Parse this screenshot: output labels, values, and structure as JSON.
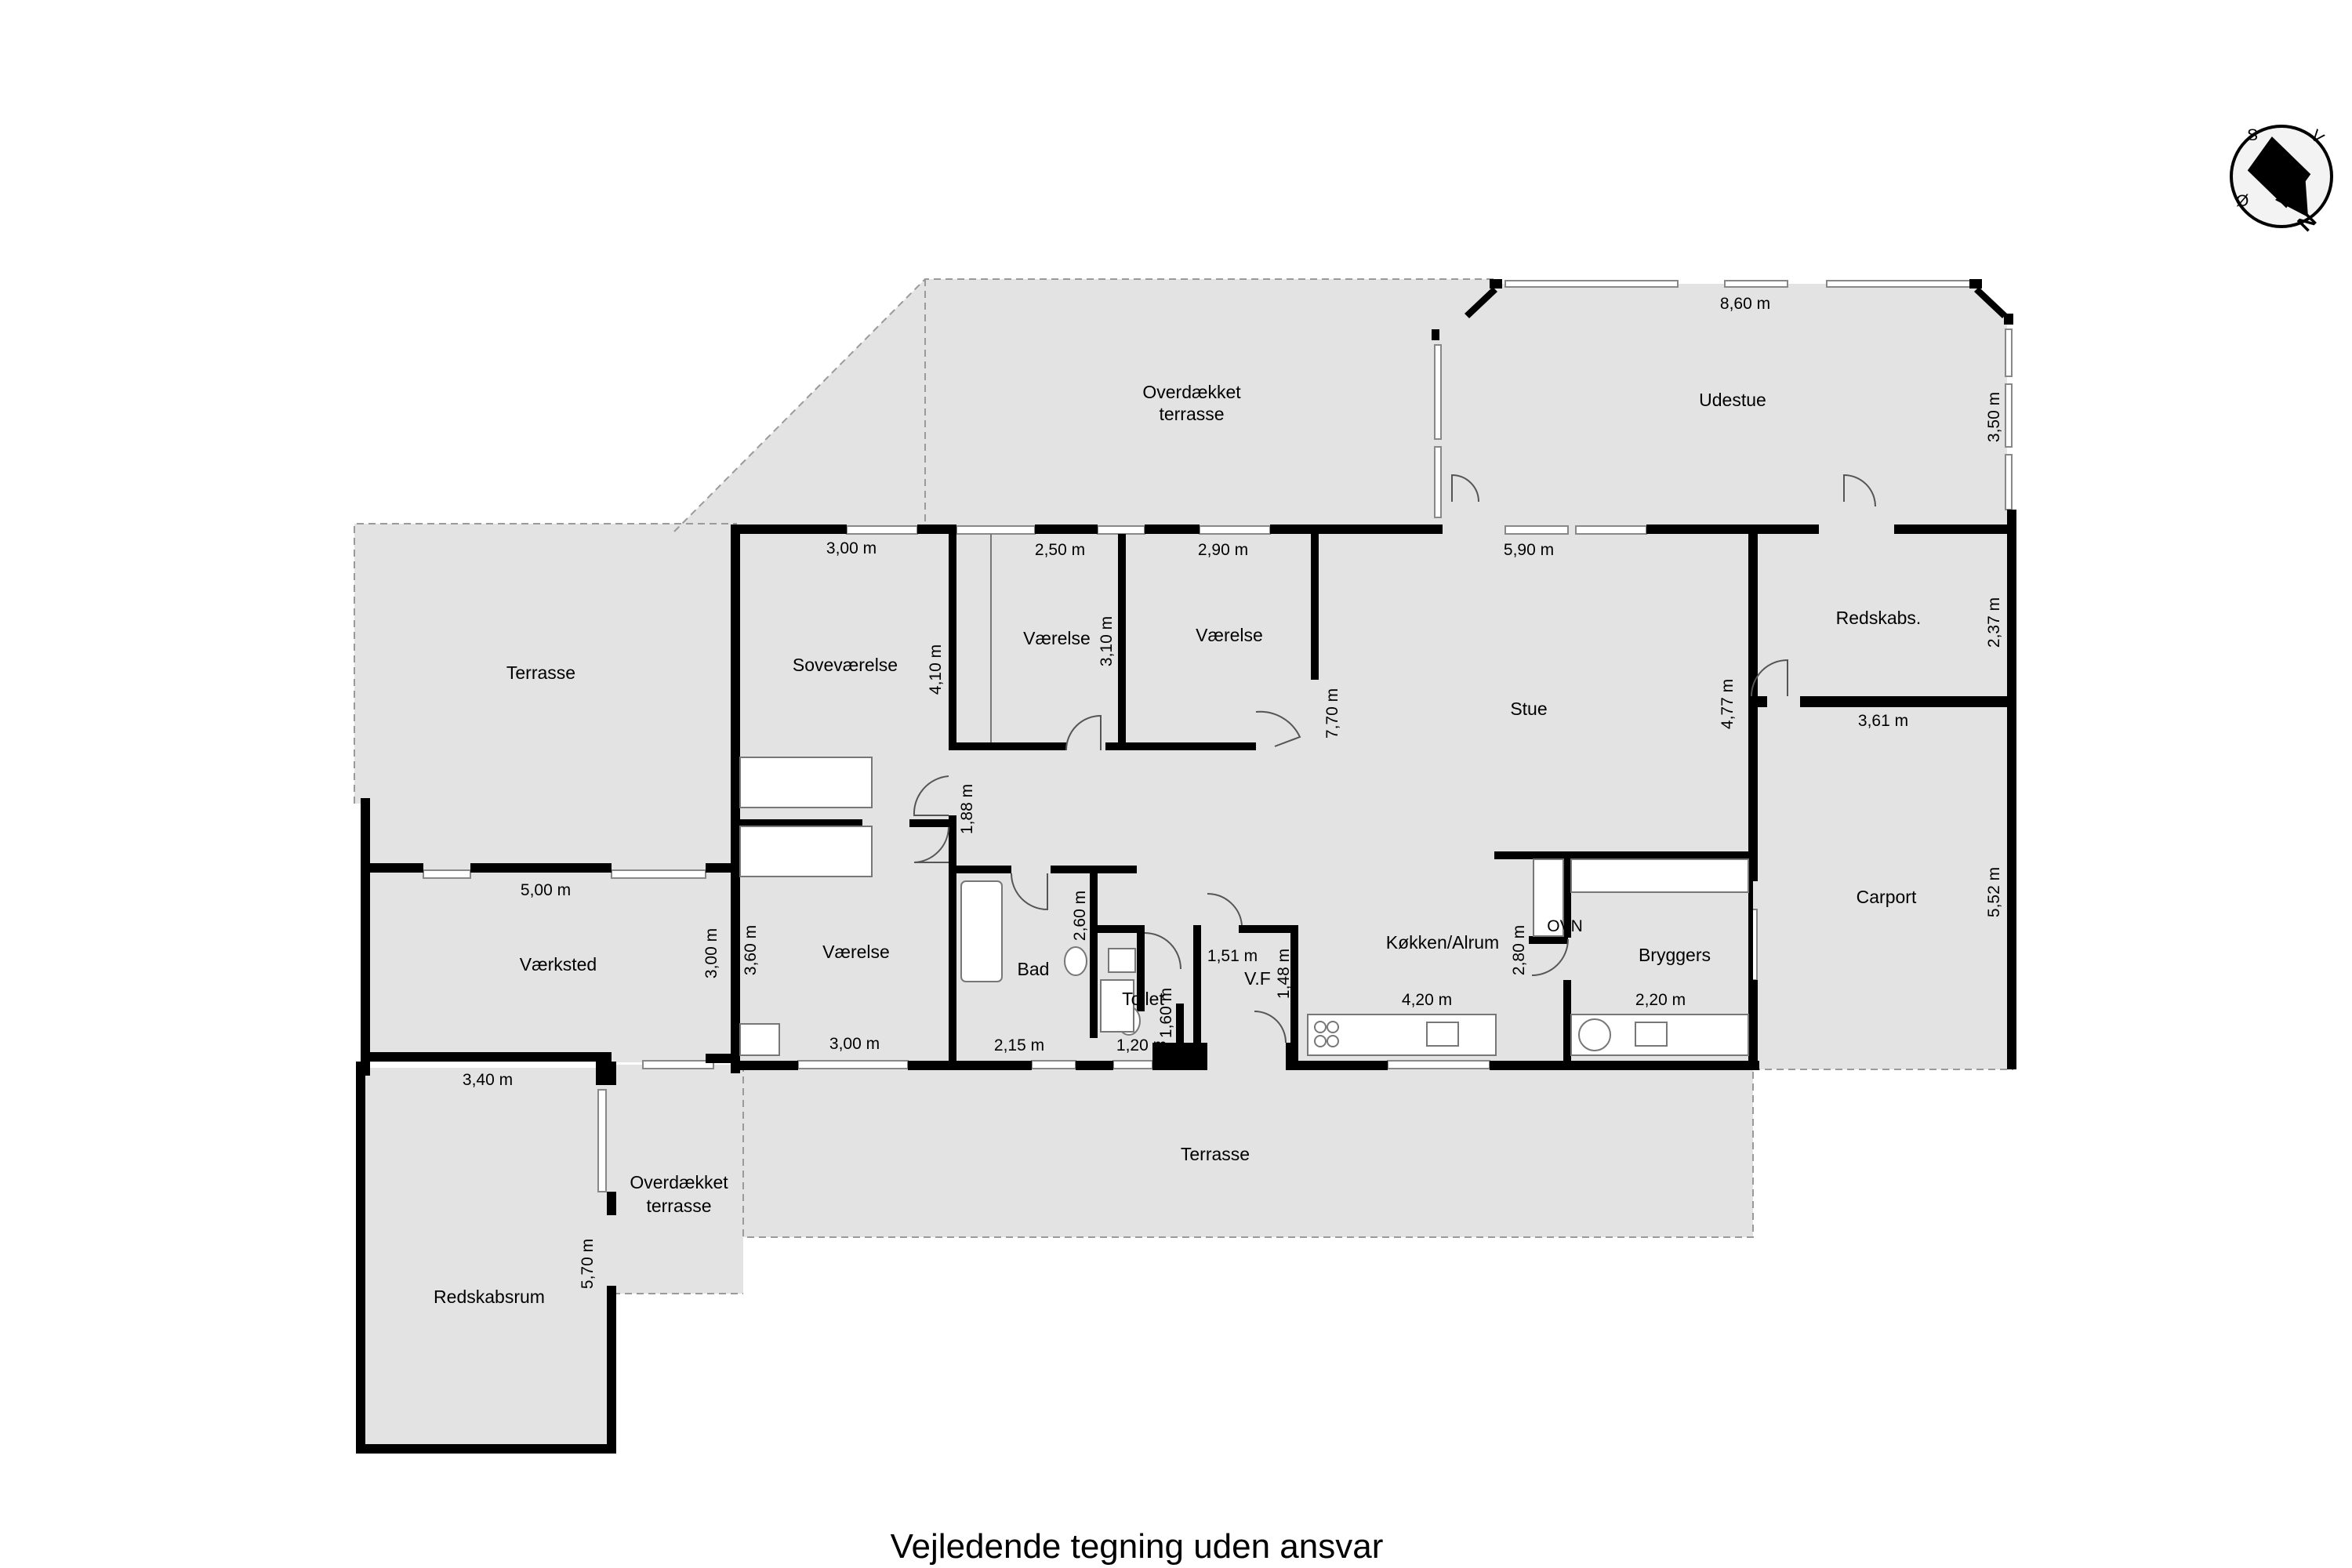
{
  "caption": "Vejledende tegning uden ansvar",
  "compass": {
    "s": "S",
    "v": "V",
    "o": "Ø",
    "n": "N"
  },
  "rooms": {
    "overdaekket_terrasse_top_1": "Overdækket",
    "overdaekket_terrasse_top_2": "terrasse",
    "udestue": "Udestue",
    "terrasse_left": "Terrasse",
    "sovevaerelse": "Soveværelse",
    "vaerelse_1": "Værelse",
    "vaerelse_2": "Værelse",
    "stue": "Stue",
    "redskabs": "Redskabs.",
    "carport": "Carport",
    "vaerksted": "Værksted",
    "vaerelse_3": "Værelse",
    "bad": "Bad",
    "toilet": "Toilet",
    "vf": "V.F",
    "koekken": "Køkken/Alrum",
    "bryggers": "Bryggers",
    "ovn": "OVN",
    "terrasse_bottom": "Terrasse",
    "overdaekket_terrasse_bottom_1": "Overdækket",
    "overdaekket_terrasse_bottom_2": "terrasse",
    "redskabsrum": "Redskabsrum"
  },
  "dims": {
    "udestue_w": "8,60 m",
    "udestue_h": "3,50 m",
    "sove_w": "3,00 m",
    "sove_h": "4,10 m",
    "v1_w": "2,50 m",
    "v1_h": "3,10 m",
    "v2_w": "2,90 m",
    "stue_w": "5,90 m",
    "stue_h1": "7,70 m",
    "stue_h2": "4,77 m",
    "redskabs_h": "2,37 m",
    "redskabs_w": "3,61 m",
    "carport_h": "5,52 m",
    "hall_h": "1,88 m",
    "vaerksted_w": "5,00 m",
    "vaerksted_h": "3,00 m",
    "v3_h": "3,60 m",
    "v3_w": "3,00 m",
    "bad_h": "2,60 m",
    "bad_w": "2,15 m",
    "toilet_h": "1,60 m",
    "toilet_w": "1,20 m",
    "vf_w": "1,51 m",
    "vf_h": "1,48 m",
    "koekken_w": "4,20 m",
    "koekken_h": "2,80 m",
    "bryggers_w": "2,20 m",
    "redskabsrum_w": "3,40 m",
    "redskabsrum_h": "5,70 m"
  }
}
